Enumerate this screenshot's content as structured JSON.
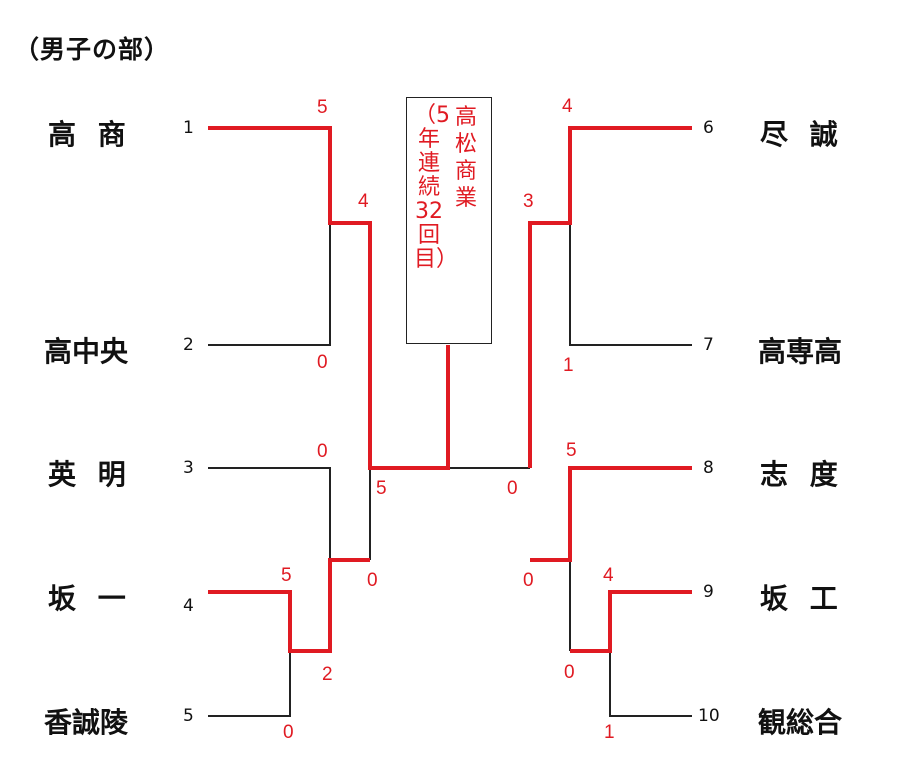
{
  "heading": "（男子の部）",
  "colors": {
    "winner_line": "#e01a22",
    "loser_line": "#222222",
    "text": "#111111"
  },
  "teams": {
    "left": [
      {
        "name": "高 商",
        "seed": "1"
      },
      {
        "name": "高中央",
        "seed": "2"
      },
      {
        "name": "英 明",
        "seed": "3"
      },
      {
        "name": "坂 一",
        "seed": "4"
      },
      {
        "name": "香誠陵",
        "seed": "5"
      }
    ],
    "right": [
      {
        "name": "尽 誠",
        "seed": "6"
      },
      {
        "name": "高専高",
        "seed": "7"
      },
      {
        "name": "志 度",
        "seed": "8"
      },
      {
        "name": "坂 工",
        "seed": "9"
      },
      {
        "name": "観総合",
        "seed": "10"
      }
    ]
  },
  "champion": {
    "name": "高松商業",
    "note": "（5年連続32回目）"
  },
  "scores": {
    "s1": "5",
    "s2": "0",
    "s3": "4",
    "s4": "0",
    "s5": "5",
    "s6": "2",
    "s7": "0",
    "s8": "5",
    "s9": "0",
    "s10": "4",
    "s11": "1",
    "s12": "3",
    "s13": "5",
    "s14": "4",
    "s15": "0",
    "s16": "1",
    "s17": "0",
    "s18": "0"
  }
}
